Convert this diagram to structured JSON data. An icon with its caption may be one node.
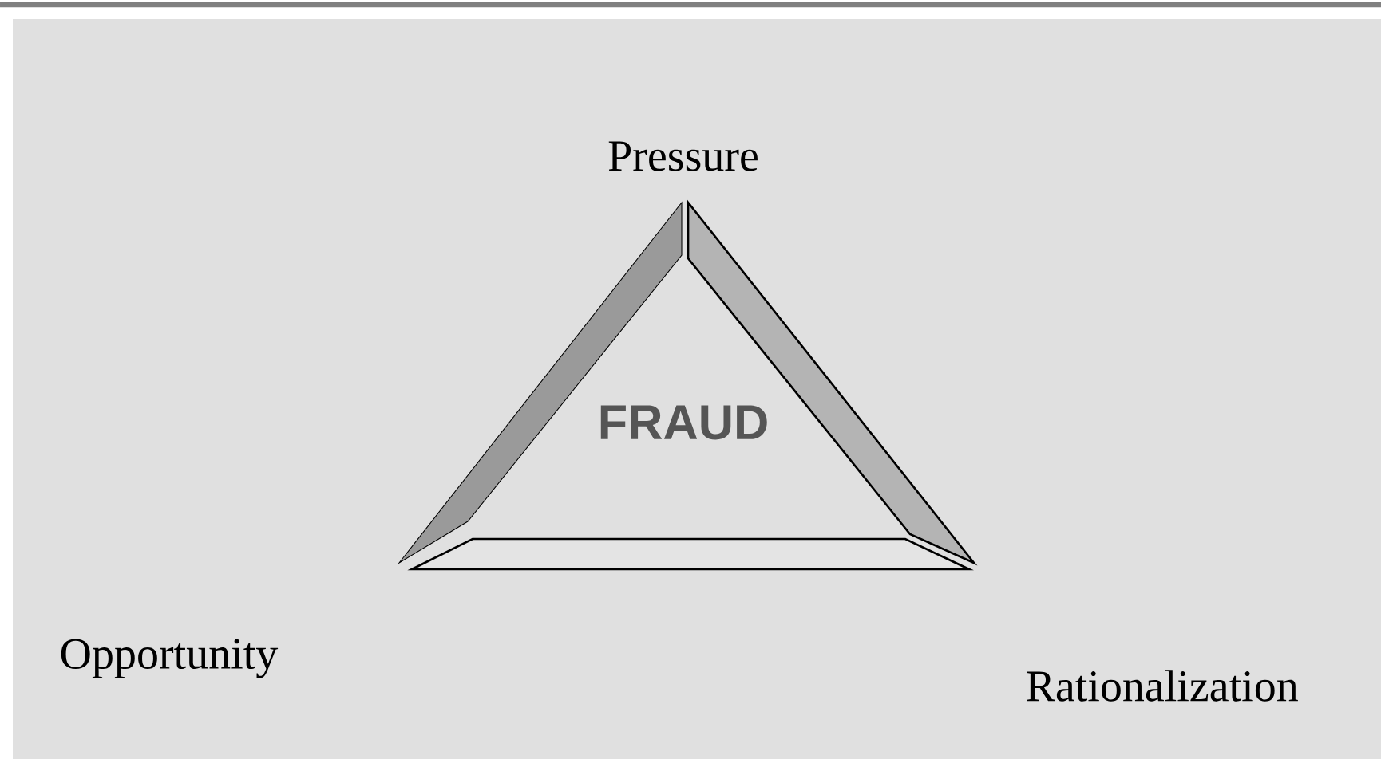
{
  "diagram": {
    "labels": [
      "Pressure",
      "FRAUD",
      "Opportunity",
      "Rationalization"
    ]
  }
}
